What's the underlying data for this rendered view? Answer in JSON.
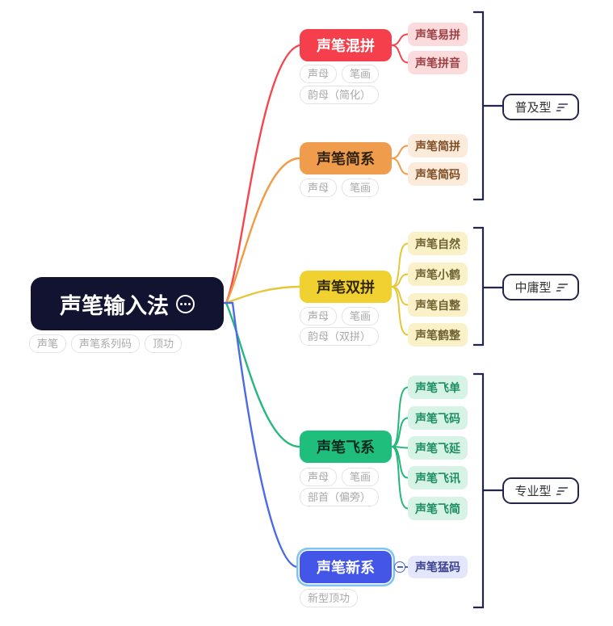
{
  "root": {
    "label": "声笔输入法",
    "icon": "ellipsis-circle-icon",
    "tags": [
      "声笔",
      "声笔系列码",
      "顶功"
    ],
    "color": "#111330"
  },
  "branches": [
    {
      "label": "声笔混拼",
      "color": "#F53F4C",
      "child_color": "#FBDBDB",
      "tags": [
        "声母",
        "笔画",
        "韵母（简化）"
      ],
      "children": [
        "声笔易拼",
        "声笔拼音"
      ]
    },
    {
      "label": "声笔简系",
      "color": "#EF9C4C",
      "child_color": "#FCEBDB",
      "tags": [
        "声母",
        "笔画"
      ],
      "children": [
        "声笔简拼",
        "声笔简码"
      ]
    },
    {
      "label": "声笔双拼",
      "color": "#F0D12F",
      "child_color": "#FAF1C8",
      "tags": [
        "声母",
        "笔画",
        "韵母（双拼）"
      ],
      "children": [
        "声笔自然",
        "声笔小鹤",
        "声笔自整",
        "声笔鹤整"
      ]
    },
    {
      "label": "声笔飞系",
      "color": "#20BE7D",
      "child_color": "#D6F3E5",
      "tags": [
        "声母",
        "笔画",
        "部首（偏旁）"
      ],
      "children": [
        "声笔飞单",
        "声笔飞码",
        "声笔飞延",
        "声笔飞讯",
        "声笔飞简"
      ]
    },
    {
      "label": "声笔新系",
      "color": "#4356E7",
      "child_color": "#E4E7FB",
      "highlight_ring": "#7CC4F3",
      "tags": [
        "新型顶功"
      ],
      "children": [
        "声笔猛码"
      ]
    }
  ],
  "summaries": [
    {
      "label": "普及型"
    },
    {
      "label": "中庸型"
    },
    {
      "label": "专业型"
    }
  ],
  "bracket_color": "#23264A"
}
